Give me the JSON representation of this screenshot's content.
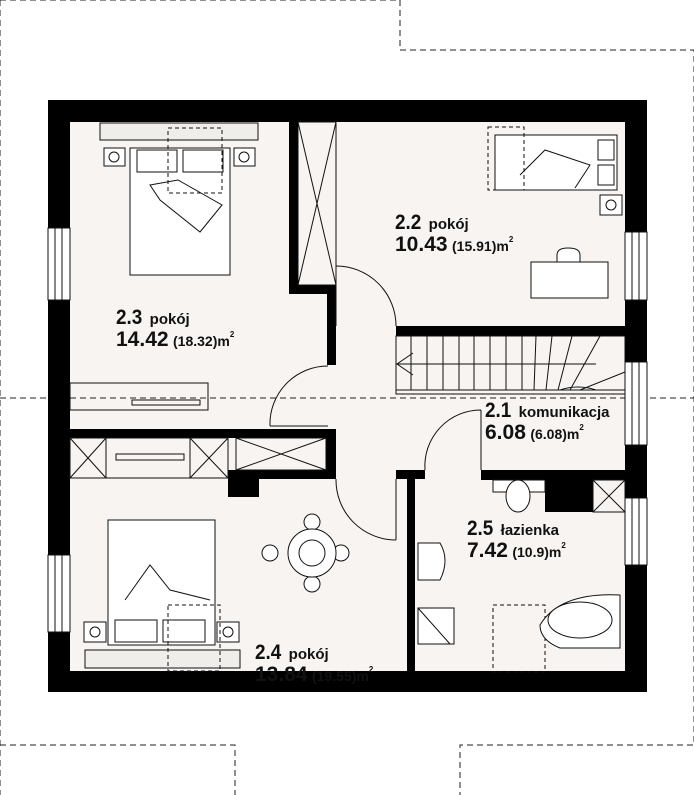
{
  "plan": {
    "unit": "m",
    "unit_sup": "2",
    "colors": {
      "wall": "#000000",
      "floor": "#f7f4f1",
      "line": "#111111"
    },
    "rooms": [
      {
        "id": "2.1",
        "name": "komunikacja",
        "area": "6.08",
        "total": "(6.08)"
      },
      {
        "id": "2.2",
        "name": "pokój",
        "area": "10.43",
        "total": "(15.91)"
      },
      {
        "id": "2.3",
        "name": "pokój",
        "area": "14.42",
        "total": "(18.32)"
      },
      {
        "id": "2.4",
        "name": "pokój",
        "area": "13.84",
        "total": "(19.55)"
      },
      {
        "id": "2.5",
        "name": "łazienka",
        "area": "7.42",
        "total": "(10.9)"
      }
    ]
  }
}
